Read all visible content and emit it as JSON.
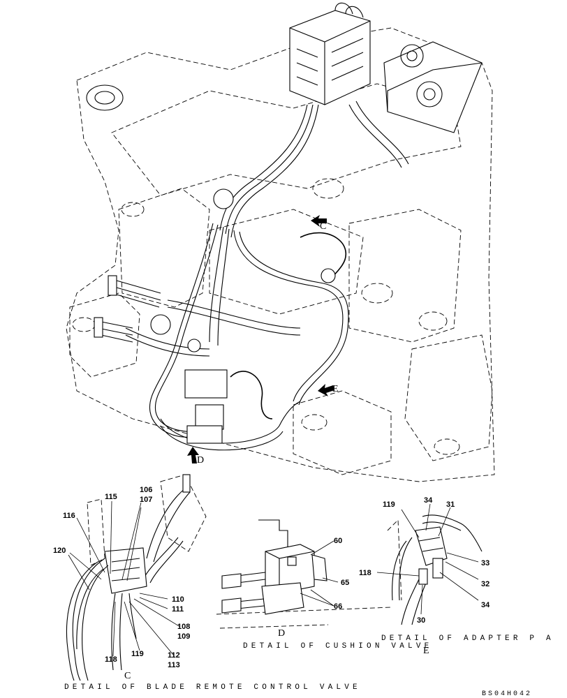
{
  "drawing_code": "BS04H042",
  "details": {
    "c": {
      "caption": "DETAIL OF BLADE REMOTE CONTROL VALVE",
      "letter": "C",
      "callouts": [
        "106",
        "107",
        "115",
        "116",
        "120",
        "110",
        "111",
        "108",
        "109",
        "112",
        "113",
        "118",
        "119"
      ]
    },
    "d": {
      "caption": "DETAIL OF CUSHION VALVE",
      "letter": "D",
      "callouts": [
        "60",
        "65",
        "66"
      ]
    },
    "e": {
      "caption": "DETAIL OF ADAPTER P A",
      "letter": "E",
      "callouts": [
        "119",
        "34",
        "31",
        "33",
        "32",
        "34",
        "118",
        "30"
      ]
    }
  },
  "view_arrows": {
    "c": "C",
    "d": "D",
    "e": "E"
  }
}
